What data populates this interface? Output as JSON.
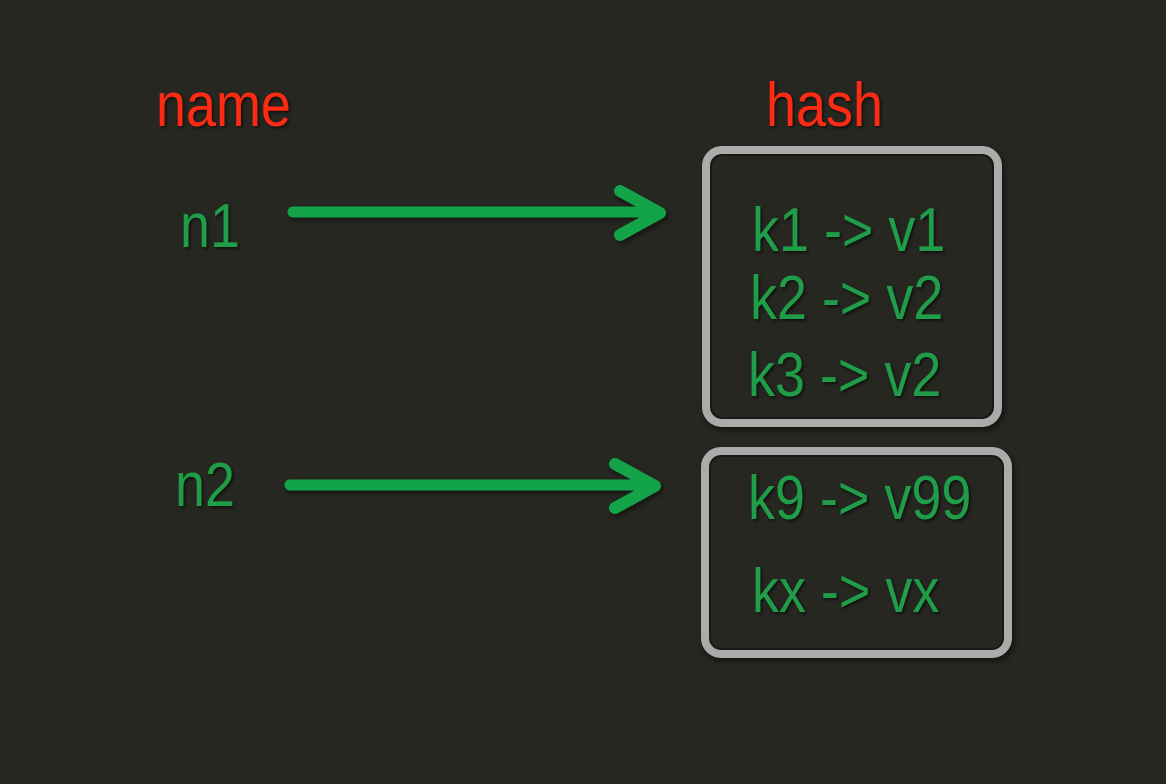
{
  "colors": {
    "background": "#272721",
    "header_red": "#ff2a13",
    "text_green": "#1f9d49",
    "arrow_green": "#13a44a",
    "box_border_gray": "#ababab"
  },
  "headers": {
    "name": "name",
    "hash": "hash"
  },
  "nodes": [
    {
      "label": "n1"
    },
    {
      "label": "n2"
    }
  ],
  "boxes": [
    {
      "entries": [
        "k1 -> v1",
        "k2 -> v2",
        "k3 -> v2"
      ]
    },
    {
      "entries": [
        "k9 -> v99",
        "kx -> vx"
      ]
    }
  ],
  "arrows": [
    {
      "from": "n1",
      "to": "hash-box-1"
    },
    {
      "from": "n2",
      "to": "hash-box-2"
    }
  ]
}
